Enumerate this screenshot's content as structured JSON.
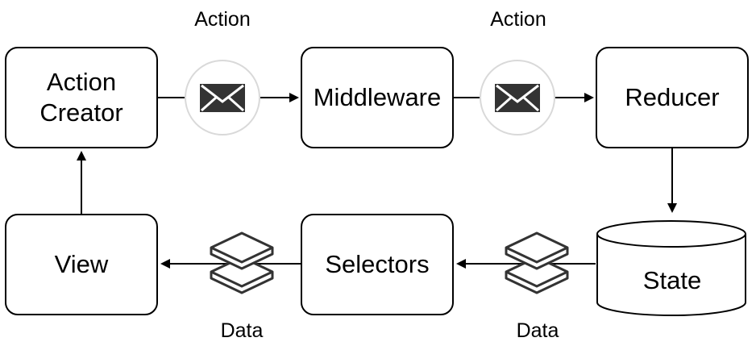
{
  "nodes": {
    "action_creator": {
      "line1": "Action",
      "line2": "Creator"
    },
    "middleware": "Middleware",
    "reducer": "Reducer",
    "state": "State",
    "selectors": "Selectors",
    "view": "View"
  },
  "edge_labels": {
    "action_1": "Action",
    "action_2": "Action",
    "data_1": "Data",
    "data_2": "Data"
  },
  "icons": {
    "message": "envelope-icon",
    "data": "stacked-layers-icon"
  },
  "colors": {
    "stroke": "#000000",
    "icon_fill": "#333333",
    "icon_circle_border": "#d9d9d9"
  }
}
